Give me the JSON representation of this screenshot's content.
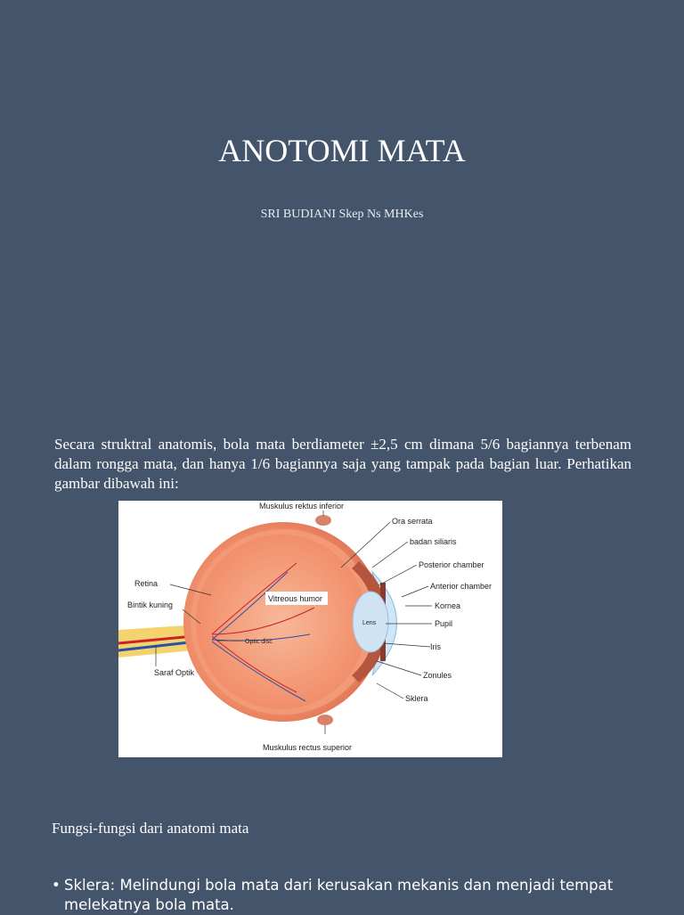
{
  "slide": {
    "title": "ANOTOMI MATA",
    "subtitle": "SRI BUDIANI Skep Ns MHKes"
  },
  "intro": {
    "text": "Secara struktral anatomis, bola mata berdiameter ±2,5 cm dimana 5/6 bagiannya terbenam dalam rongga mata, dan hanya 1/6 bagiannya saja yang tampak pada bagian luar. Perhatikan gambar dibawah ini:"
  },
  "diagram": {
    "labels": {
      "muskulus_rektus_inferior": "Muskulus rektus inferior",
      "ora_serrata": "Ora serrata",
      "badan_siliaris": "badan siliaris",
      "posterior_chamber": "Posterior chamber",
      "anterior_chamber": "Anterior chamber",
      "kornea": "Kornea",
      "pupil": "Pupil",
      "iris": "Iris",
      "zonules": "Zonules",
      "sklera": "Sklera",
      "retina": "Retina",
      "bintik_kuning": "Bintik kuning",
      "optic_disc": "Optic disc",
      "saraf_optik": "Saraf Optik",
      "vitreous_humor": "Vitreous humor",
      "lens": "Lens",
      "muskulus_rectus_superior": "Muskulus rectus superior"
    }
  },
  "functions": {
    "heading": "Fungsi-fungsi dari anatomi mata",
    "bullet_char": "•",
    "items": [
      "Sklera: Melindungi bola mata dari kerusakan mekanis dan menjadi tempat melekatnya bola mata."
    ]
  },
  "colors": {
    "background": "#44546a",
    "text": "#ffffff",
    "eye_outer": "#e88a6a",
    "eye_inner": "#f4a07a",
    "vessel_red": "#c8232a",
    "vessel_blue": "#2a4fa8",
    "lens": "#cfe3f3"
  }
}
